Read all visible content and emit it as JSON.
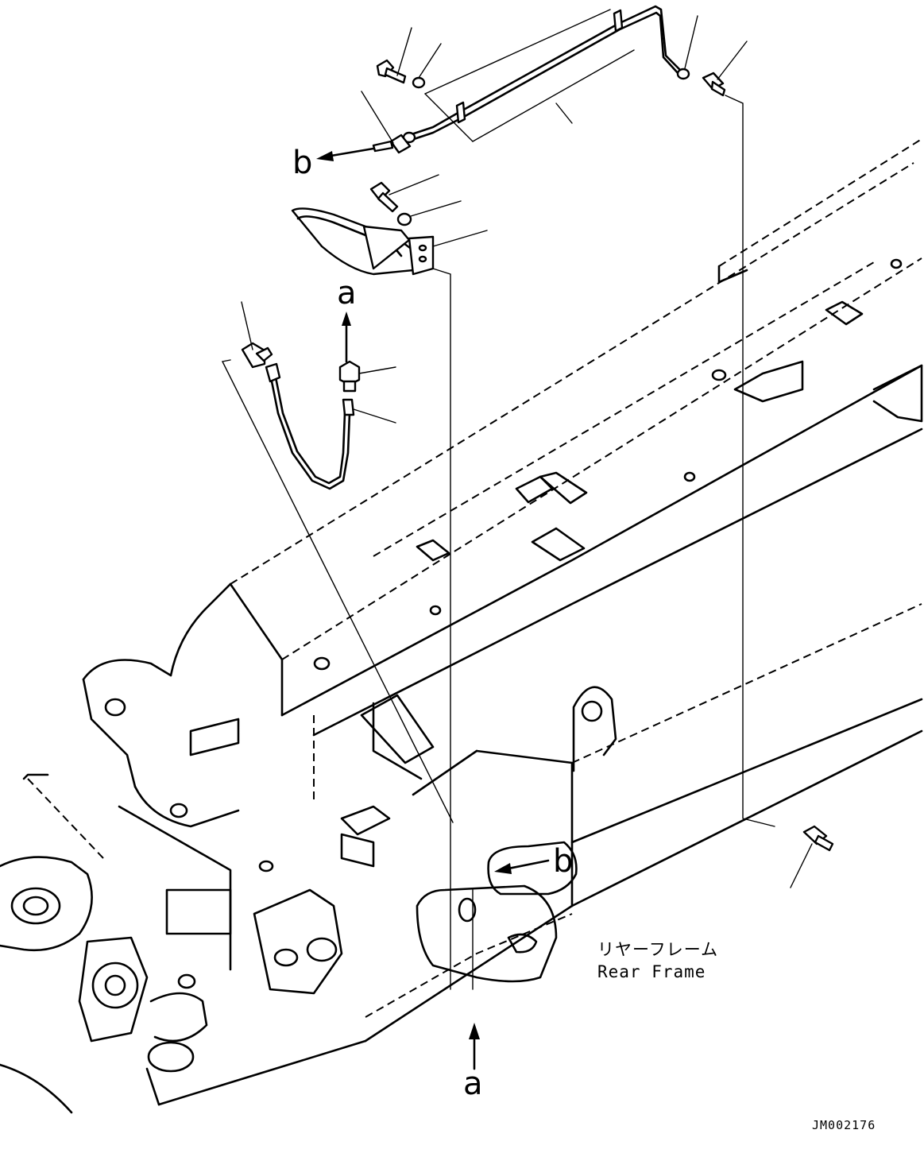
{
  "labels": {
    "view_a": "a",
    "view_b": "b"
  },
  "caption": {
    "japanese": "リヤーフレーム",
    "english": "Rear Frame"
  },
  "drawing_code": "JM002176"
}
